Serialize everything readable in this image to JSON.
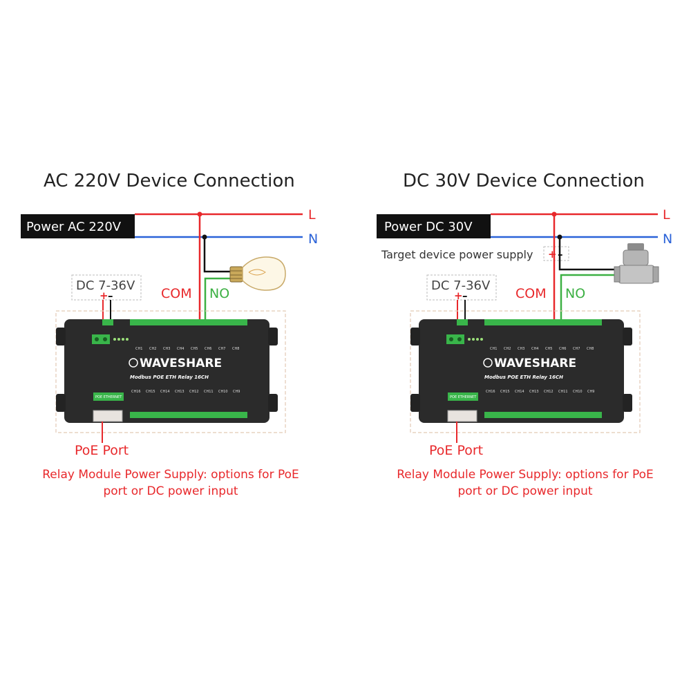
{
  "panels": [
    {
      "id": "ac",
      "title": "AC 220V Device Connection",
      "power_label": "Power AC 220V",
      "line_label": "L",
      "neutral_label": "N",
      "dc_label": "DC 7-36V",
      "plus": "+",
      "minus": "–",
      "com_label": "COM",
      "no_label": "NO",
      "poe_label": "PoE Port",
      "note_line1": "Relay Module Power Supply: options for PoE",
      "note_line2": "port or DC power input",
      "load_icon": "light-bulb-icon"
    },
    {
      "id": "dc",
      "title": "DC 30V Device Connection",
      "power_label": "Power DC 30V",
      "line_label": "L",
      "neutral_label": "N",
      "target_supply_label": "Target device power supply",
      "target_plus": "+",
      "target_minus": "–",
      "dc_label": "DC 7-36V",
      "plus": "+",
      "minus": "–",
      "com_label": "COM",
      "no_label": "NO",
      "poe_label": "PoE Port",
      "note_line1": "Relay Module Power Supply: options for PoE",
      "note_line2": "port or DC power input",
      "load_icon": "solenoid-valve-icon"
    }
  ],
  "device": {
    "brand": "WAVESHARE",
    "model": "Modbus POE ETH Relay 16CH",
    "top_channels": [
      "CH1",
      "CH2",
      "CH3",
      "CH4",
      "CH5",
      "CH6",
      "CH7",
      "CH8"
    ],
    "bottom_channels": [
      "CH16",
      "CH15",
      "CH14",
      "CH13",
      "CH12",
      "CH11",
      "CH10",
      "CH9"
    ],
    "poe_ethernet_label": "POE ETHERNET"
  },
  "colors": {
    "red_wire": "#e8282b",
    "blue_wire": "#2a62d8",
    "green_wire": "#3cb043",
    "black": "#111111",
    "module_body": "#2b2b2b",
    "terminal_green": "#39b54a"
  }
}
